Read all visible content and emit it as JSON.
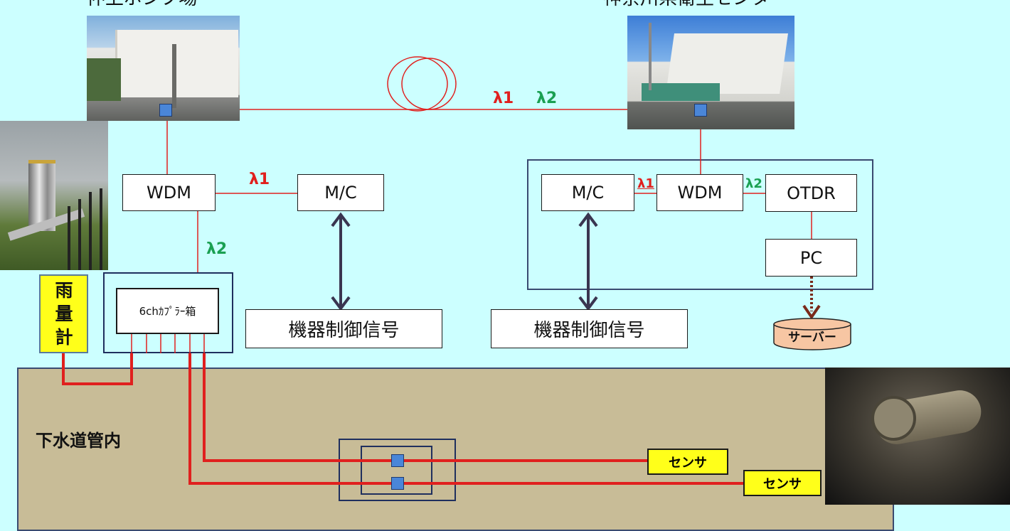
{
  "sites": {
    "left_title": "仲上ポンプ場",
    "right_title": "神奈川県衛生センター"
  },
  "fiber": {
    "lambda1": "λ1",
    "lambda2": "λ2"
  },
  "left": {
    "wdm": "WDM",
    "mc": "M/C",
    "lambda1": "λ1",
    "lambda2": "λ2",
    "control": "機器制御信号",
    "coupler": "6chｶﾌﾟﾗｰ箱",
    "rain_gauge": "雨量計"
  },
  "right": {
    "mc": "M/C",
    "wdm": "WDM",
    "otdr": "OTDR",
    "pc": "PC",
    "lambda1": "λ1",
    "lambda2": "λ2",
    "control": "機器制御信号",
    "server": "サーバー"
  },
  "sewer": {
    "label": "下水道管内",
    "sensor1": "センサ",
    "sensor2": "センサ"
  },
  "colors": {
    "background": "#ccffff",
    "sewer": "#c8bc97",
    "line_red": "#e0201e",
    "lambda_green": "#1aa052",
    "sensor": "#ffff1a",
    "server": "#f7c6a3",
    "frame": "#3a4a70"
  }
}
